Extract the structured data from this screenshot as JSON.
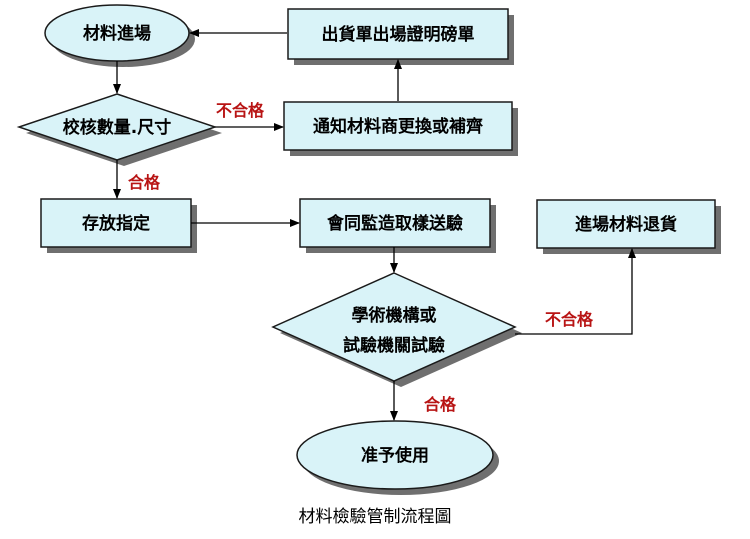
{
  "colors": {
    "fill": "#d9f3f8",
    "stroke": "#1a1a1a",
    "shadow": "#6f6f6f",
    "edge_label": "#b81414"
  },
  "nodes": {
    "material_arrival": "材料進場",
    "check_quantity_size": "校核數量.尺寸",
    "storage_assign": "存放指定",
    "certificate": "出貨單出場證明磅單",
    "notify_supplier": "通知材料商更換或補齊",
    "joint_sampling": "會同監造取樣送驗",
    "testing_line1": "學術機構或",
    "testing_line2": "試驗機關試驗",
    "return_material": "進場材料退貨",
    "approve_use": "准予使用"
  },
  "edge_labels": {
    "fail_check": "不合格",
    "pass_check": "合格",
    "fail_test": "不合格",
    "pass_test": "合格"
  },
  "caption": "材料檢驗管制流程圖"
}
